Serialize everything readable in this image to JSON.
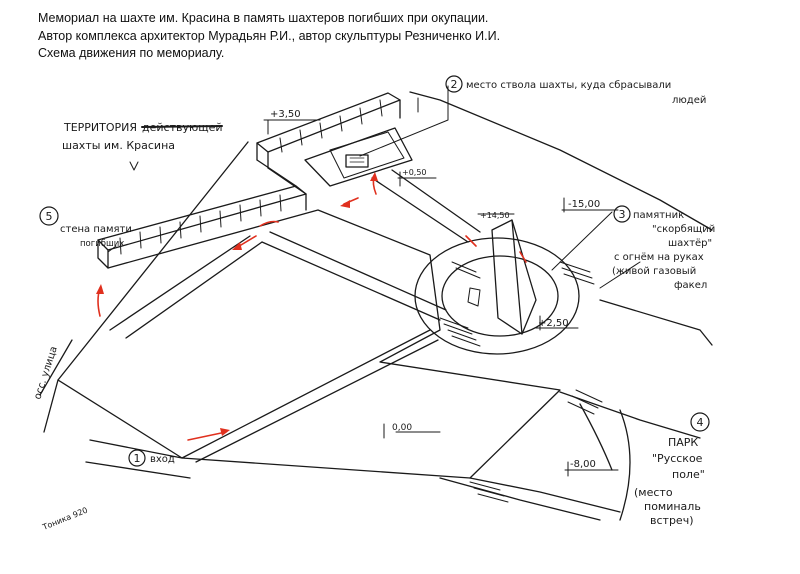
{
  "header": {
    "line1": "Мемориал на шахте им. Красина в память шахтеров погибших при окупации.",
    "line2": "Автор комплекса архитектор Мурадьян Р.И., автор скульптуры Резниченко И.И.",
    "line3": "Схема движения по мемориалу."
  },
  "labels": {
    "territory_1": "ТЕРРИТОРИЯ",
    "territory_struck": "действующей",
    "territory_2": "шахты им. Красина",
    "mark_2_num": "2",
    "mark_2_l1": "место ствола шахты, куда сбрасывали",
    "mark_2_l2": "людей",
    "mark_3_num": "3",
    "mark_3_l1": "памятник",
    "mark_3_l2": "\"скорбящий",
    "mark_3_l3": "шахтёр\"",
    "mark_3_l4": "с огнём на руках",
    "mark_3_l5": "(живой газовый",
    "mark_3_l6": "факел",
    "mark_5_num": "5",
    "mark_5_l1": "стена памяти",
    "mark_5_l2": "погибших",
    "mark_1_num": "1",
    "mark_1_label": "вход",
    "mark_4_num": "4",
    "park_1": "ПАРК",
    "park_2": "\"Русское",
    "park_3": "поле\"",
    "park_4": "(место",
    "park_5": "поминаль",
    "park_6": "встреч)",
    "street": "осс. улица",
    "signature": "Тоника 920",
    "lvl_350": "+3,50",
    "lvl_050": "+0,50",
    "lvl_1500": "-15,00",
    "lvl_1450": "+14,50",
    "lvl_250": "+2,50",
    "lvl_000": "0,00",
    "lvl_800": "-8,00"
  },
  "colors": {
    "ink": "#1a1a1a",
    "route_arrows": "#e0301e",
    "background": "#ffffff"
  }
}
